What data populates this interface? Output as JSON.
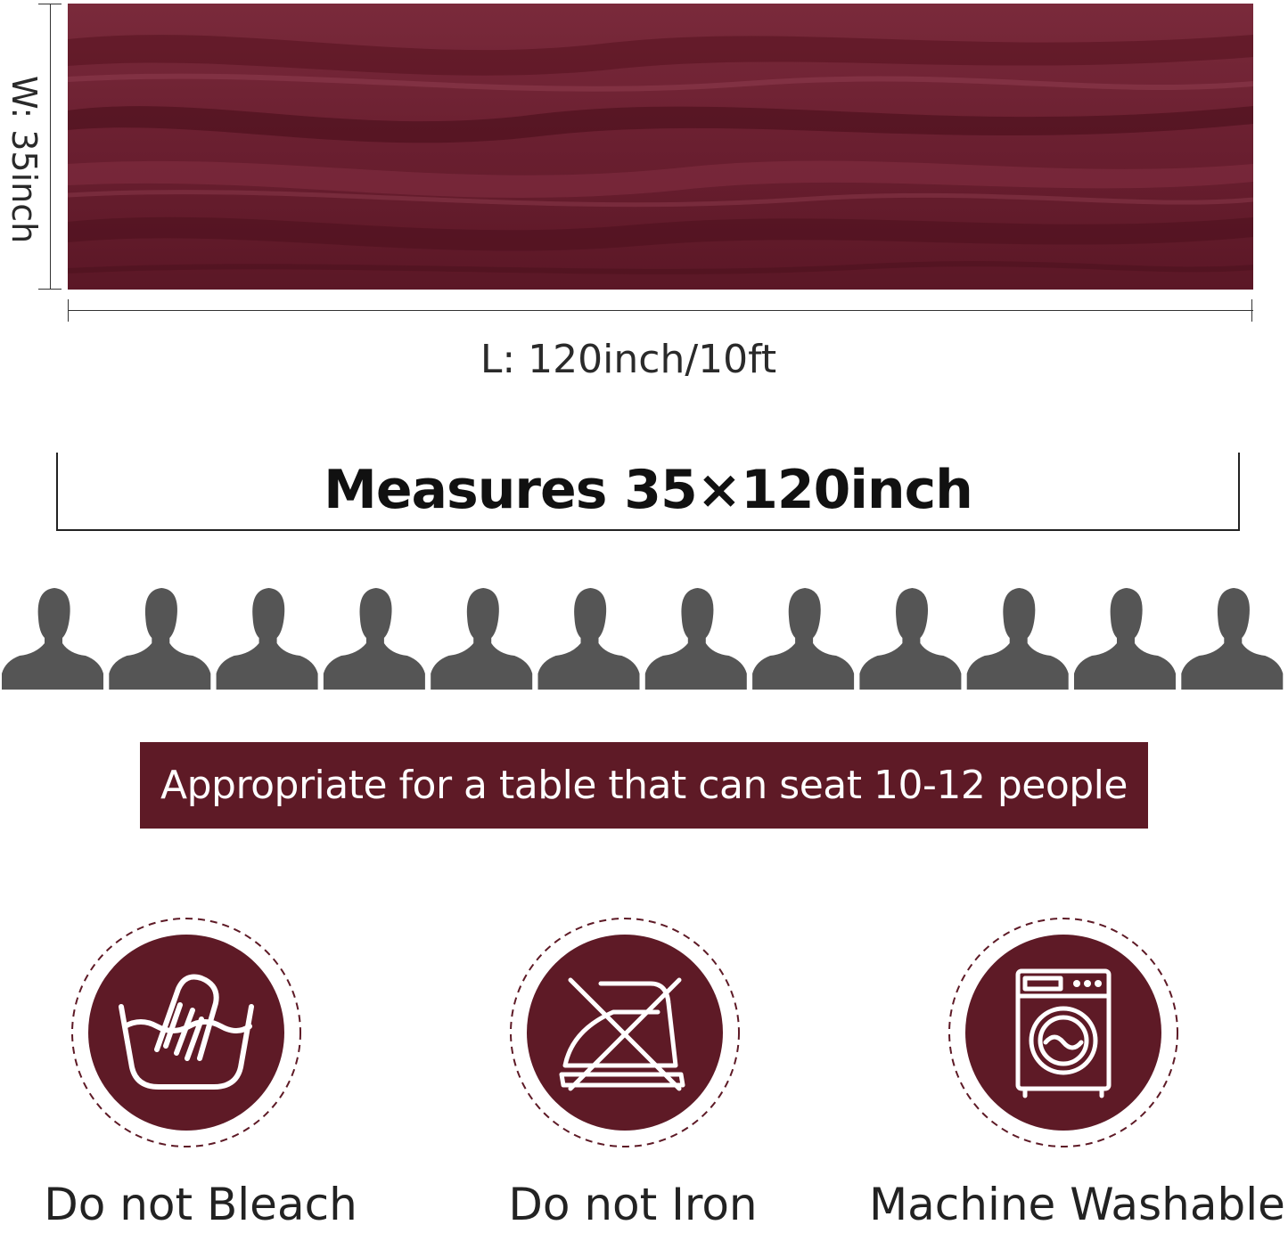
{
  "dimensions": {
    "width_label": "W: 35inch",
    "length_label": "L: 120inch/10ft"
  },
  "measures": {
    "text": "Measures 35×120inch"
  },
  "seating": {
    "people_icon": "person-silhouette-icon",
    "people_count": 12,
    "banner_text": "Appropriate for a table that can seat 10-12 people"
  },
  "care": [
    {
      "icon": "hand-wash-basin-icon",
      "label": "Do not Bleach"
    },
    {
      "icon": "no-iron-icon",
      "label": "Do not Iron"
    },
    {
      "icon": "washing-machine-icon",
      "label": "Machine Washable"
    }
  ],
  "colors": {
    "fabric": "#6e2233",
    "brand_burgundy": "#5e1a26",
    "silhouette": "#555555"
  }
}
